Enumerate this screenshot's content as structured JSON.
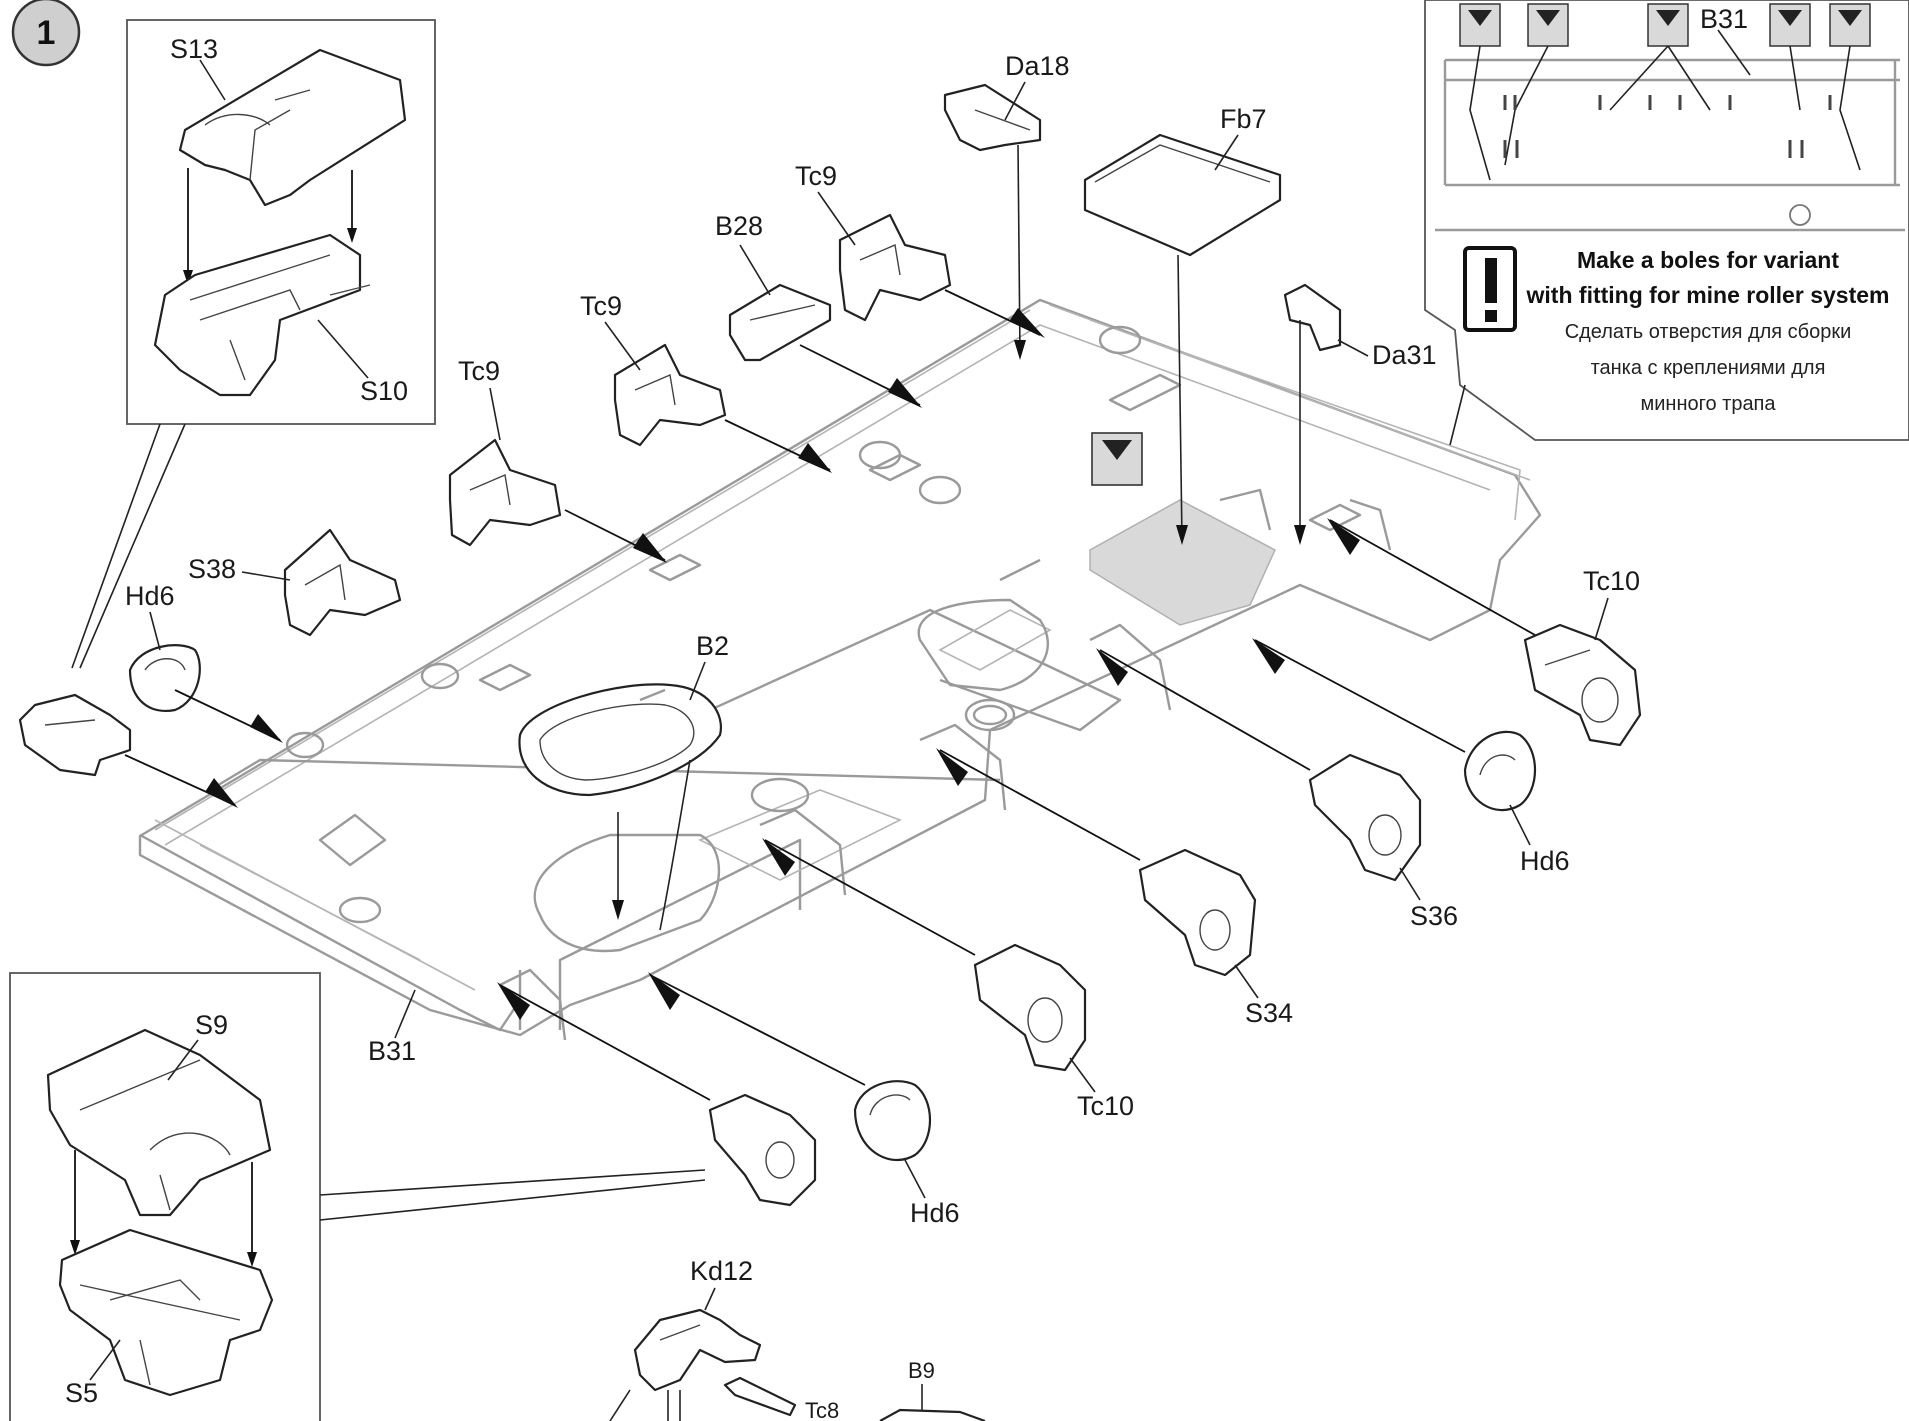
{
  "step": {
    "number": "1"
  },
  "inset_top_left": {
    "labels": {
      "upper": "S13",
      "lower": "S10"
    }
  },
  "inset_bottom_left": {
    "labels": {
      "upper": "S9",
      "lower": "S5"
    }
  },
  "inset_top_right": {
    "part_label": "B31",
    "note_en_line1": "Make a boles for variant",
    "note_en_line2": "with fitting for mine roller system",
    "note_ru_line1": "Сделать отверстия  для сборки",
    "note_ru_line2": "танка с  креплениями для",
    "note_ru_line3": "минного трапа"
  },
  "labels": {
    "da18": "Da18",
    "fb7": "Fb7",
    "tc9_a": "Tc9",
    "tc9_b": "Tc9",
    "tc9_c": "Tc9",
    "b28": "B28",
    "da31": "Da31",
    "s38": "S38",
    "hd6_left": "Hd6",
    "b2": "B2",
    "tc10_right": "Tc10",
    "hd6_right": "Hd6",
    "s36": "S36",
    "s34": "S34",
    "tc10_mid": "Tc10",
    "hd6_mid": "Hd6",
    "b31_hull": "B31",
    "kd12": "Kd12",
    "tc8": "Tc8",
    "b9": "B9"
  },
  "colors": {
    "line": "#222222",
    "hull": "#9a9a9a",
    "mark_fill": "#d9d9d9"
  },
  "icons": {
    "warning": "exclamation-icon",
    "drill": "drill-marker-icon"
  }
}
